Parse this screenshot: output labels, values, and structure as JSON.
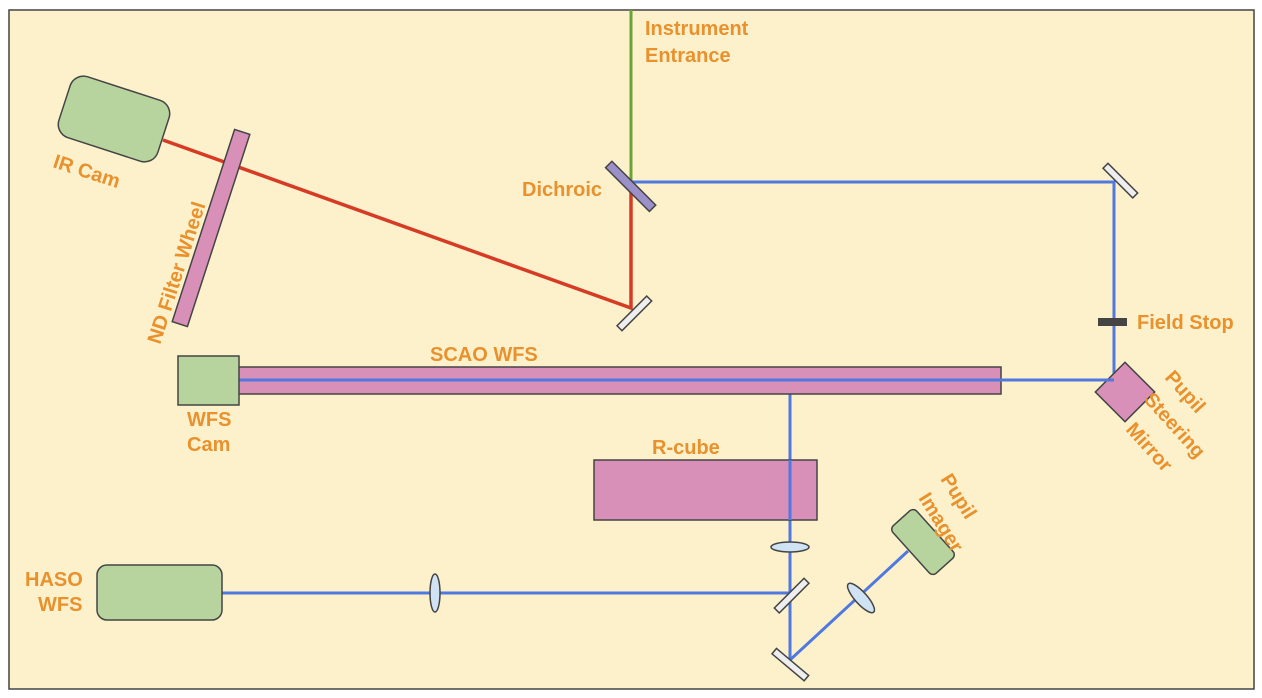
{
  "colors": {
    "background": "#fdf1cc",
    "border": "#444444",
    "label": "#e8912d",
    "beam_blue": "#4f79e0",
    "beam_red": "#d63b25",
    "beam_green": "#6aa33a",
    "camera_fill": "#b8d49e",
    "optic_fill": "#d88fb8",
    "mirror_fill": "#eeeeee",
    "dichroic_fill": "#9b90c8",
    "lens_fill": "#cfe3f5",
    "stop_fill": "#444444"
  },
  "labels": {
    "instrument_entrance_1": "Instrument",
    "instrument_entrance_2": "Entrance",
    "dichroic": "Dichroic",
    "ir_cam": "IR Cam",
    "nd_filter_wheel": "ND Filter Wheel",
    "field_stop": "Field Stop",
    "scao_wfs": "SCAO WFS",
    "wfs_cam_1": "WFS",
    "wfs_cam_2": "Cam",
    "pupil_steering_1": "Pupil",
    "pupil_steering_2": "Steering",
    "pupil_steering_3": "Mirror",
    "r_cube": "R-cube",
    "pupil_imager_1": "Pupil",
    "pupil_imager_2": "Imager",
    "haso_wfs_1": "HASO",
    "haso_wfs_2": "WFS"
  }
}
